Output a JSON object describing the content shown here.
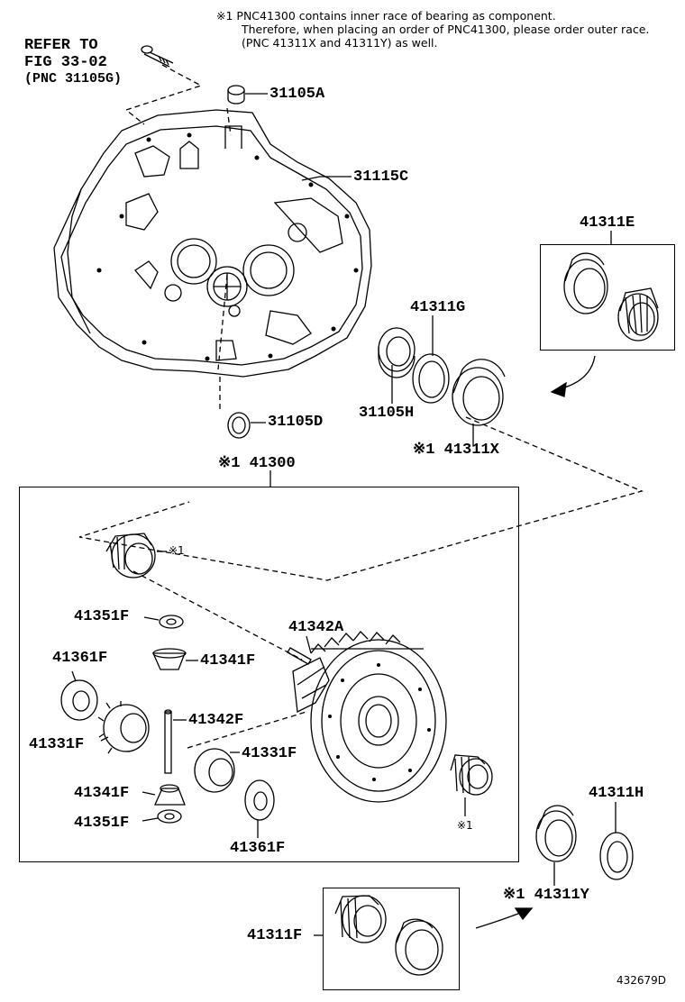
{
  "note": {
    "line1": "※1 PNC41300 contains inner race of bearing as component.",
    "line2": "Therefore, when placing an order of PNC41300, please order outer race.",
    "line3": "(PNC 41311X and 41311Y) as well."
  },
  "refer": {
    "line1": "REFER TO",
    "line2": "FIG 33-02",
    "line3": "(PNC 31105G)"
  },
  "parts": {
    "p31105A": "31105A",
    "p31115C": "31115C",
    "p41311E": "41311E",
    "p41311G": "41311G",
    "p31105H": "31105H",
    "p31105D": "31105D",
    "p41311X": "※1 41311X",
    "p41300": "※1 41300",
    "p41351F_a": "41351F",
    "p41361F_a": "41361F",
    "p41341F_a": "41341F",
    "p41331F_a": "41331F",
    "p41342A": "41342A",
    "p41342F": "41342F",
    "p41331F_b": "41331F",
    "p41341F_b": "41341F",
    "p41351F_b": "41351F",
    "p41361F_b": "41361F",
    "p41311H": "41311H",
    "p41311Y": "※1 41311Y",
    "p41311F": "41311F",
    "mark1_a": "※1",
    "mark1_b": "※1"
  },
  "diagram_id": "432679D"
}
